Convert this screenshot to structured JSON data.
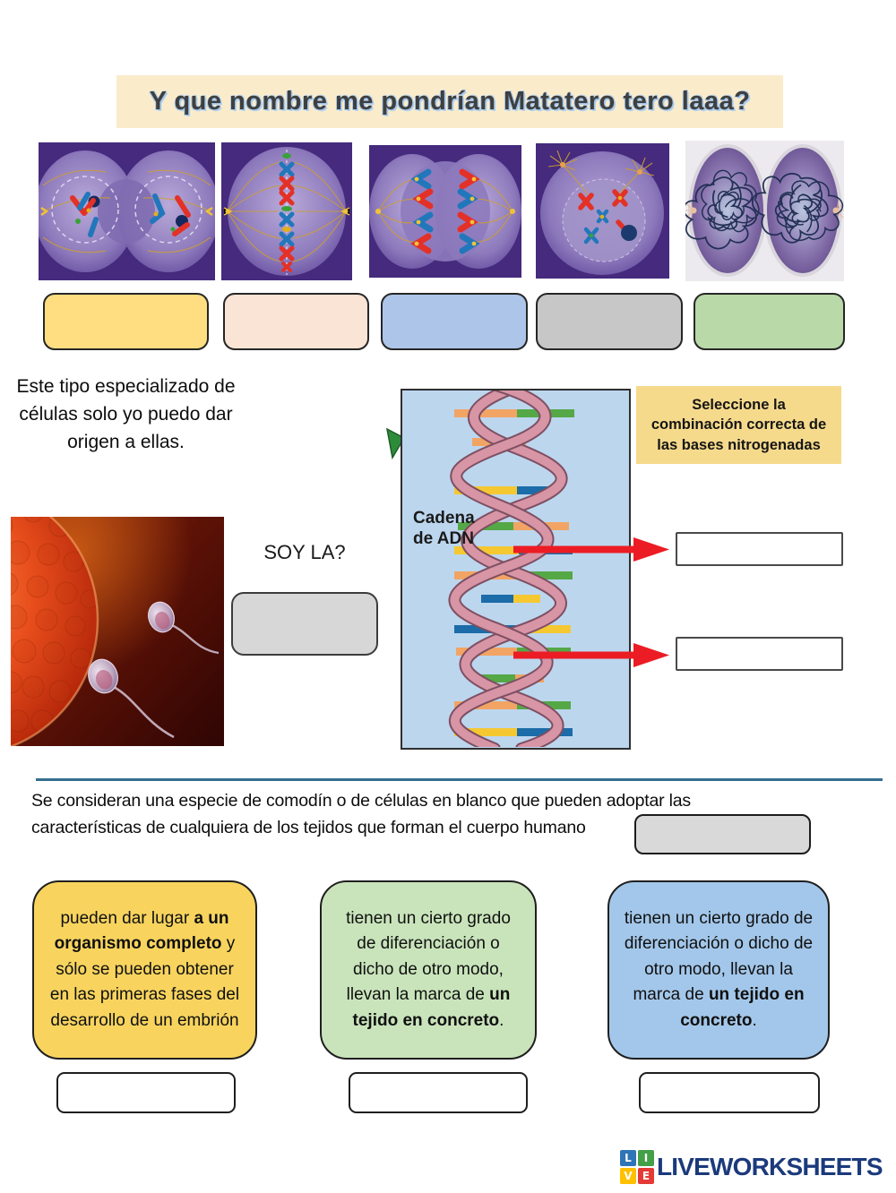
{
  "title": {
    "text": "Y que nombre me pondrían Matatero tero laaa?",
    "bg": "#FAECCB"
  },
  "mitosis_images": [
    {
      "name": "telophase-cytokinesis"
    },
    {
      "name": "metaphase"
    },
    {
      "name": "anaphase"
    },
    {
      "name": "prometaphase"
    },
    {
      "name": "telophase-daughter-cells"
    }
  ],
  "phase_answer_boxes": [
    {
      "color": "#FFDE81"
    },
    {
      "color": "#FAE4D5"
    },
    {
      "color": "#ADC5E8"
    },
    {
      "color": "#C7C7C7"
    },
    {
      "color": "#B9D9A8"
    }
  ],
  "stem_cell_question": {
    "prompt": "Este tipo especializado de células solo yo puedo dar origen a ellas.",
    "question": "SOY LA?",
    "answer_box_color": "#D7D7D7"
  },
  "dna_section": {
    "instruction": "Seleccione la combinación correcta de las bases nitrogenadas",
    "instruction_bg": "#F6DA8C",
    "label_line1": "Cadena",
    "label_line2": "de ADN",
    "arrow_color": "#EC1C24"
  },
  "wildcard_section": {
    "paragraph": "Se consideran una especie de comodín o de células en blanco que pueden adoptar las características de cualquiera de los tejidos que forman el cuerpo humano",
    "answer_box_color": "#D9D9D9"
  },
  "cards": [
    {
      "color": "#F8D45E",
      "segments": [
        {
          "text": "pueden dar lugar ",
          "bold": false
        },
        {
          "text": "a un organismo completo",
          "bold": true
        },
        {
          "text": " y sólo se pueden obtener en las primeras fases del desarrollo de un embrión",
          "bold": false
        }
      ]
    },
    {
      "color": "#C9E4BB",
      "segments": [
        {
          "text": "tienen un cierto grado de diferenciación o dicho de otro modo, llevan la marca de ",
          "bold": false
        },
        {
          "text": "un tejido en concreto",
          "bold": true
        },
        {
          "text": ".",
          "bold": false
        }
      ]
    },
    {
      "color": "#A3C7EA",
      "segments": [
        {
          "text": "tienen un cierto grado de diferenciación o dicho de otro modo, llevan la marca de ",
          "bold": false
        },
        {
          "text": "un tejido en concreto",
          "bold": true
        },
        {
          "text": ".",
          "bold": false
        }
      ]
    }
  ],
  "footer": {
    "brand": "LIVEWORKSHEETS",
    "brand_color": "#1B3A7C",
    "icon": {
      "letters": [
        "L",
        "I",
        "V",
        "E"
      ],
      "colors": [
        "#2E75B6",
        "#43A047",
        "#FFC000",
        "#E53935"
      ]
    }
  }
}
